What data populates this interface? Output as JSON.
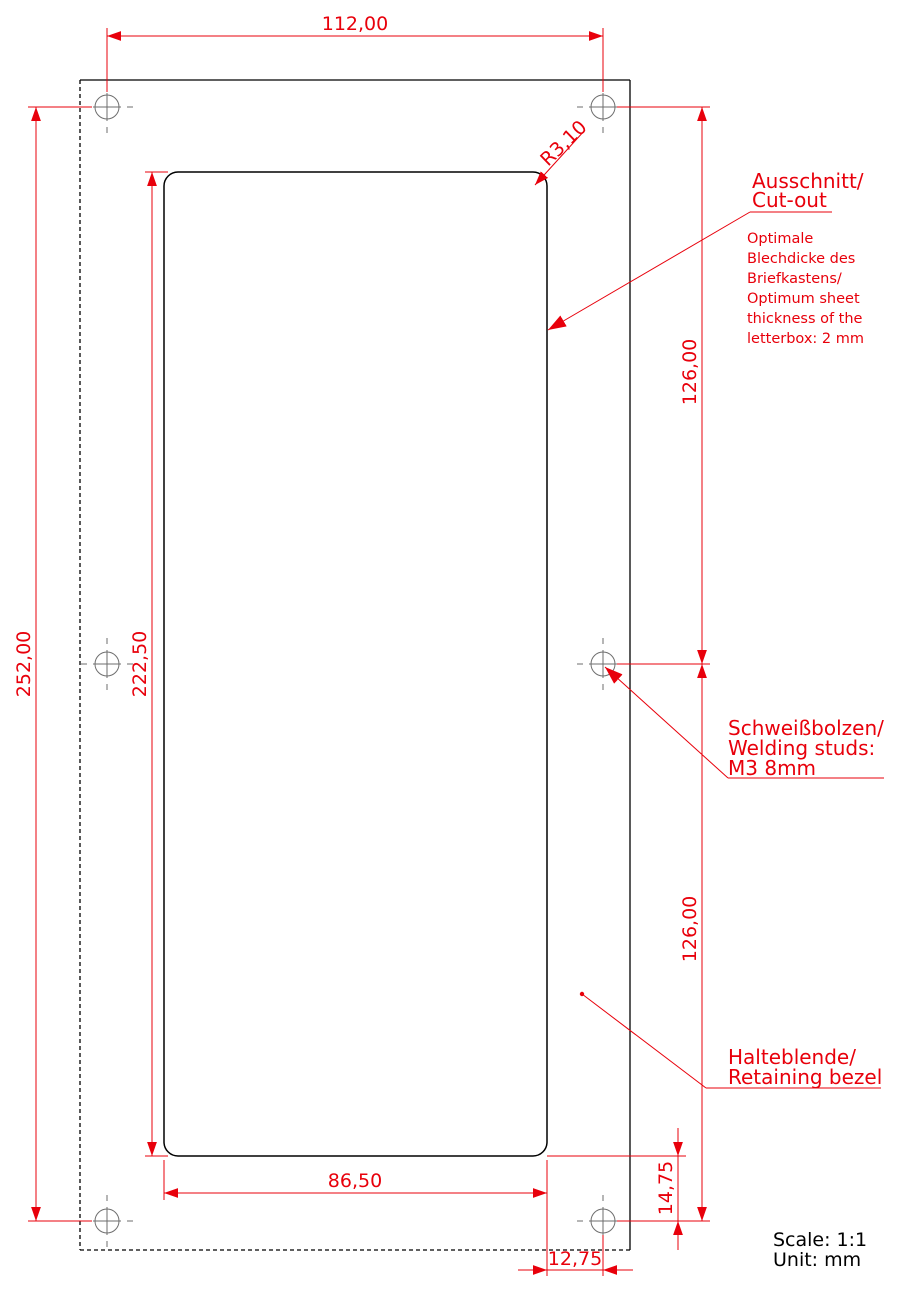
{
  "dimensions": {
    "top_width": "112,00",
    "total_height": "252,00",
    "cutout_height": "222,50",
    "cutout_width": "86,50",
    "corner_radius": "R3,10",
    "upper_spacing": "126,00",
    "lower_spacing": "126,00",
    "bottom_offset": "14,75",
    "side_offset": "12,75"
  },
  "callouts": {
    "cutout": [
      "Ausschnitt/",
      "Cut-out"
    ],
    "sheet_note": [
      "Optimale",
      "Blechdicke des",
      "Briefkastens/",
      "Optimum sheet",
      "thickness of the",
      "letterbox:  2 mm"
    ],
    "studs": [
      "Schweißbolzen/",
      "Welding studs:",
      "M3 8mm"
    ],
    "bezel": [
      "Halteblende/",
      "Retaining bezel"
    ]
  },
  "scale_info": {
    "scale": "Scale: 1:1",
    "unit": "Unit: mm"
  },
  "colors": {
    "dimension": "#e8000b",
    "outline": "#000000",
    "hole": "#6e6e6e"
  }
}
